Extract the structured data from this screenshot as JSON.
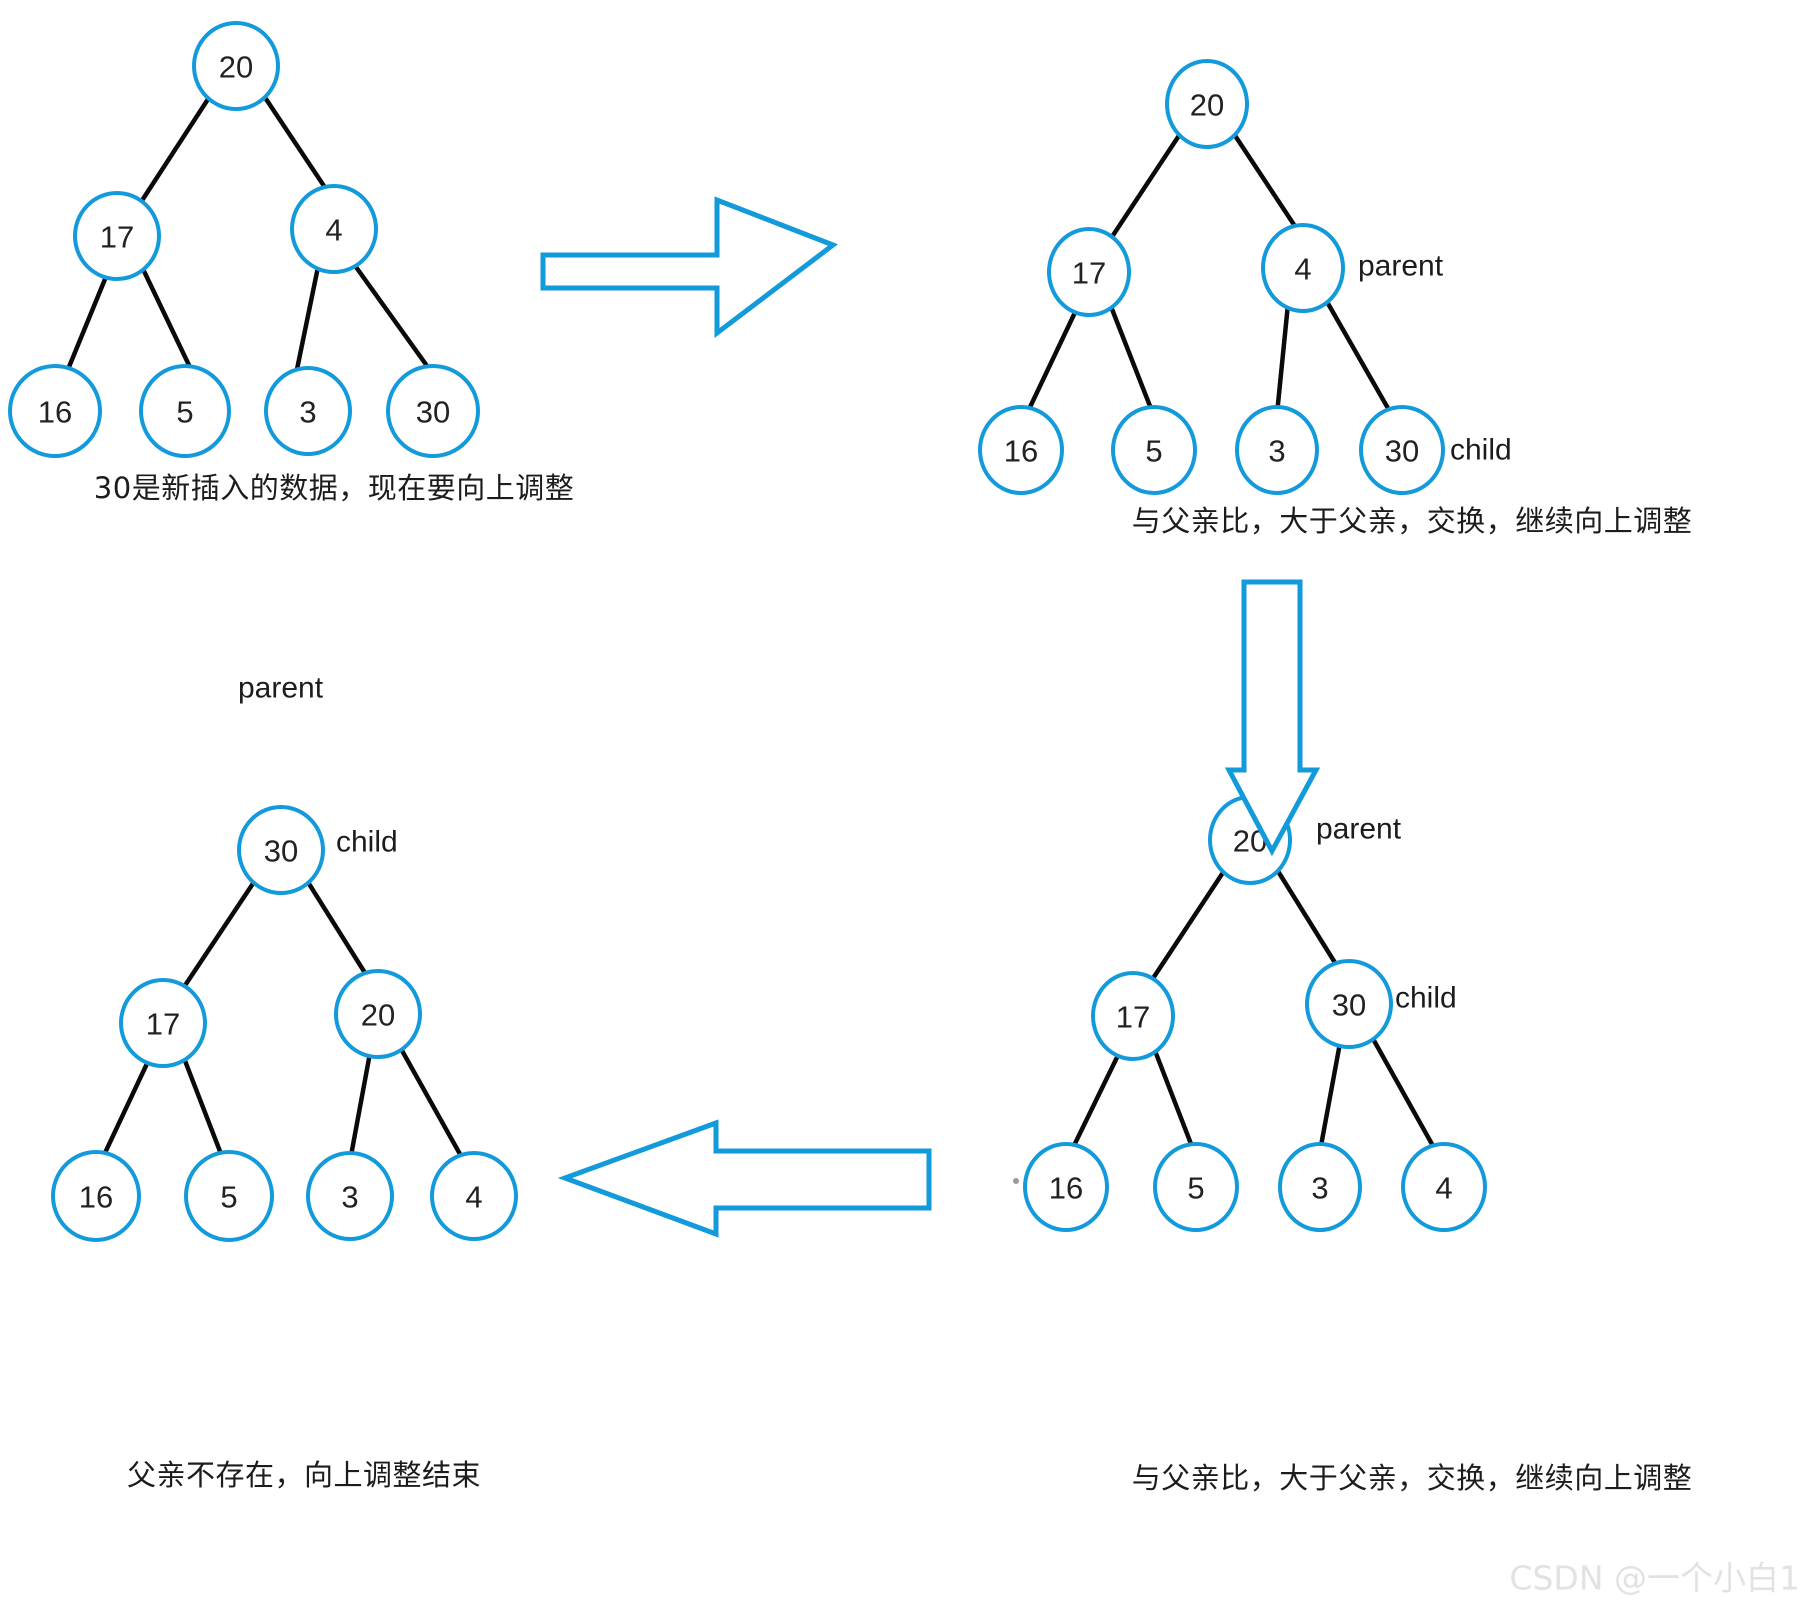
{
  "diagram": {
    "title": "Heap up-adjust (sift-up) insertion illustration",
    "accent_color": "#129ADB",
    "edge_color": "#0a0a0a",
    "node_text_color": "#222222"
  },
  "panels": [
    {
      "id": "panel-1",
      "name": "initial-heap",
      "nodes": [
        {
          "key": "root",
          "value": "20"
        },
        {
          "key": "l",
          "value": "17"
        },
        {
          "key": "r",
          "value": "4"
        },
        {
          "key": "ll",
          "value": "16"
        },
        {
          "key": "lr",
          "value": "5"
        },
        {
          "key": "rl",
          "value": "3"
        },
        {
          "key": "rr",
          "value": "30"
        }
      ],
      "labels": [],
      "caption": "30是新插入的数据，现在要向上调整"
    },
    {
      "id": "panel-2",
      "name": "compare-with-parent-step1",
      "nodes": [
        {
          "key": "root",
          "value": "20"
        },
        {
          "key": "l",
          "value": "17"
        },
        {
          "key": "r",
          "value": "4"
        },
        {
          "key": "ll",
          "value": "16"
        },
        {
          "key": "lr",
          "value": "5"
        },
        {
          "key": "rl",
          "value": "3"
        },
        {
          "key": "rr",
          "value": "30"
        }
      ],
      "labels": [
        {
          "key": "parent",
          "text": "parent",
          "attached_to": "r"
        },
        {
          "key": "child",
          "text": "child",
          "attached_to": "rr"
        }
      ],
      "caption": "与父亲比，大于父亲，交换，继续向上调整"
    },
    {
      "id": "panel-3",
      "name": "compare-with-parent-step2",
      "nodes": [
        {
          "key": "root",
          "value": "20"
        },
        {
          "key": "l",
          "value": "17"
        },
        {
          "key": "r",
          "value": "30"
        },
        {
          "key": "ll",
          "value": "16"
        },
        {
          "key": "lr",
          "value": "5"
        },
        {
          "key": "rl",
          "value": "3"
        },
        {
          "key": "rr",
          "value": "4"
        }
      ],
      "labels": [
        {
          "key": "parent",
          "text": "parent",
          "attached_to": "root"
        },
        {
          "key": "child",
          "text": "child",
          "attached_to": "r"
        }
      ],
      "caption": "与父亲比，大于父亲，交换，继续向上调整"
    },
    {
      "id": "panel-4",
      "name": "final-heap",
      "nodes": [
        {
          "key": "root",
          "value": "30"
        },
        {
          "key": "l",
          "value": "17"
        },
        {
          "key": "r",
          "value": "20"
        },
        {
          "key": "ll",
          "value": "16"
        },
        {
          "key": "lr",
          "value": "5"
        },
        {
          "key": "rl",
          "value": "3"
        },
        {
          "key": "rr",
          "value": "4"
        }
      ],
      "labels": [
        {
          "key": "child",
          "text": "child",
          "attached_to": "root"
        },
        {
          "key": "parent_floating",
          "text": "parent",
          "attached_to": "none"
        }
      ],
      "caption": "父亲不存在，向上调整结束"
    }
  ],
  "arrows": [
    {
      "key": "arrow-right-top",
      "direction": "right",
      "icon": "block-arrow-right-icon"
    },
    {
      "key": "arrow-down-right",
      "direction": "down",
      "icon": "block-arrow-down-icon"
    },
    {
      "key": "arrow-left-bottom",
      "direction": "left",
      "icon": "block-arrow-left-icon"
    }
  ],
  "watermark": {
    "text": "CSDN @一个小白1"
  }
}
